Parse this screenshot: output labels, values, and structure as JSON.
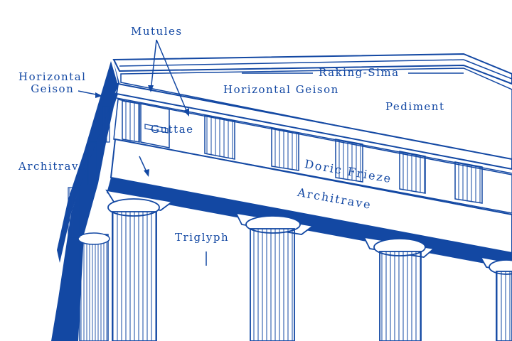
{
  "labels": {
    "mutules": "Mutules",
    "raking_sima": "Raking-Sima",
    "horizontal_geison_left": "Horizontal\nGeison",
    "horizontal_geison": "Horizontal Geison",
    "pediment": "Pediment",
    "guttae": "Guttae",
    "architrave_left": "Architrave",
    "doric_frieze": "Doric Frieze",
    "architrave": "Architrave",
    "triglyph": "Triglyph"
  },
  "colors": {
    "ink": "#1348a3",
    "background": "#ffffff"
  }
}
